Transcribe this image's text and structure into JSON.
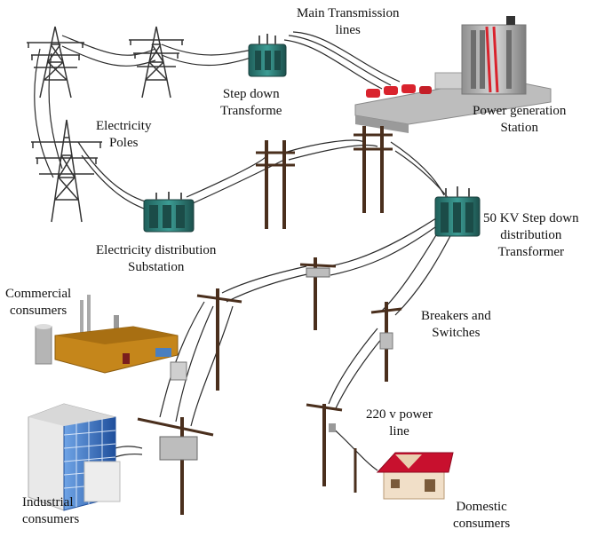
{
  "labels": {
    "main_transmission": [
      "Main Transmission",
      "lines"
    ],
    "step_down": [
      "Step down",
      "Transforme"
    ],
    "power_station": [
      "Power generation",
      "Station"
    ],
    "electricity_poles": [
      "Electricity",
      "Poles"
    ],
    "distribution_substation": [
      "Electricity distribution",
      "Substation"
    ],
    "kv_transformer": [
      "50 KV Step down",
      "distribution",
      "Transformer"
    ],
    "commercial": [
      "Commercial",
      "consumers"
    ],
    "breakers": [
      "Breakers and",
      "Switches"
    ],
    "power_line_220": [
      "220 v power",
      "line"
    ],
    "industrial": [
      "Industrial",
      "consumers"
    ],
    "domestic": [
      "Domestic",
      "consumers"
    ]
  },
  "colors": {
    "tower": "#333333",
    "wire": "#2a2a2a",
    "transformer": "#2f7f7a",
    "station_red": "#d9232d",
    "station_gray": "#b9b9b9",
    "pole_wood": "#4a2f1d",
    "commercial_wall": "#c5861b",
    "industrial_blue": "#2f6fc4",
    "house_roof": "#c8102e",
    "house_wall": "#f1dfc8"
  }
}
